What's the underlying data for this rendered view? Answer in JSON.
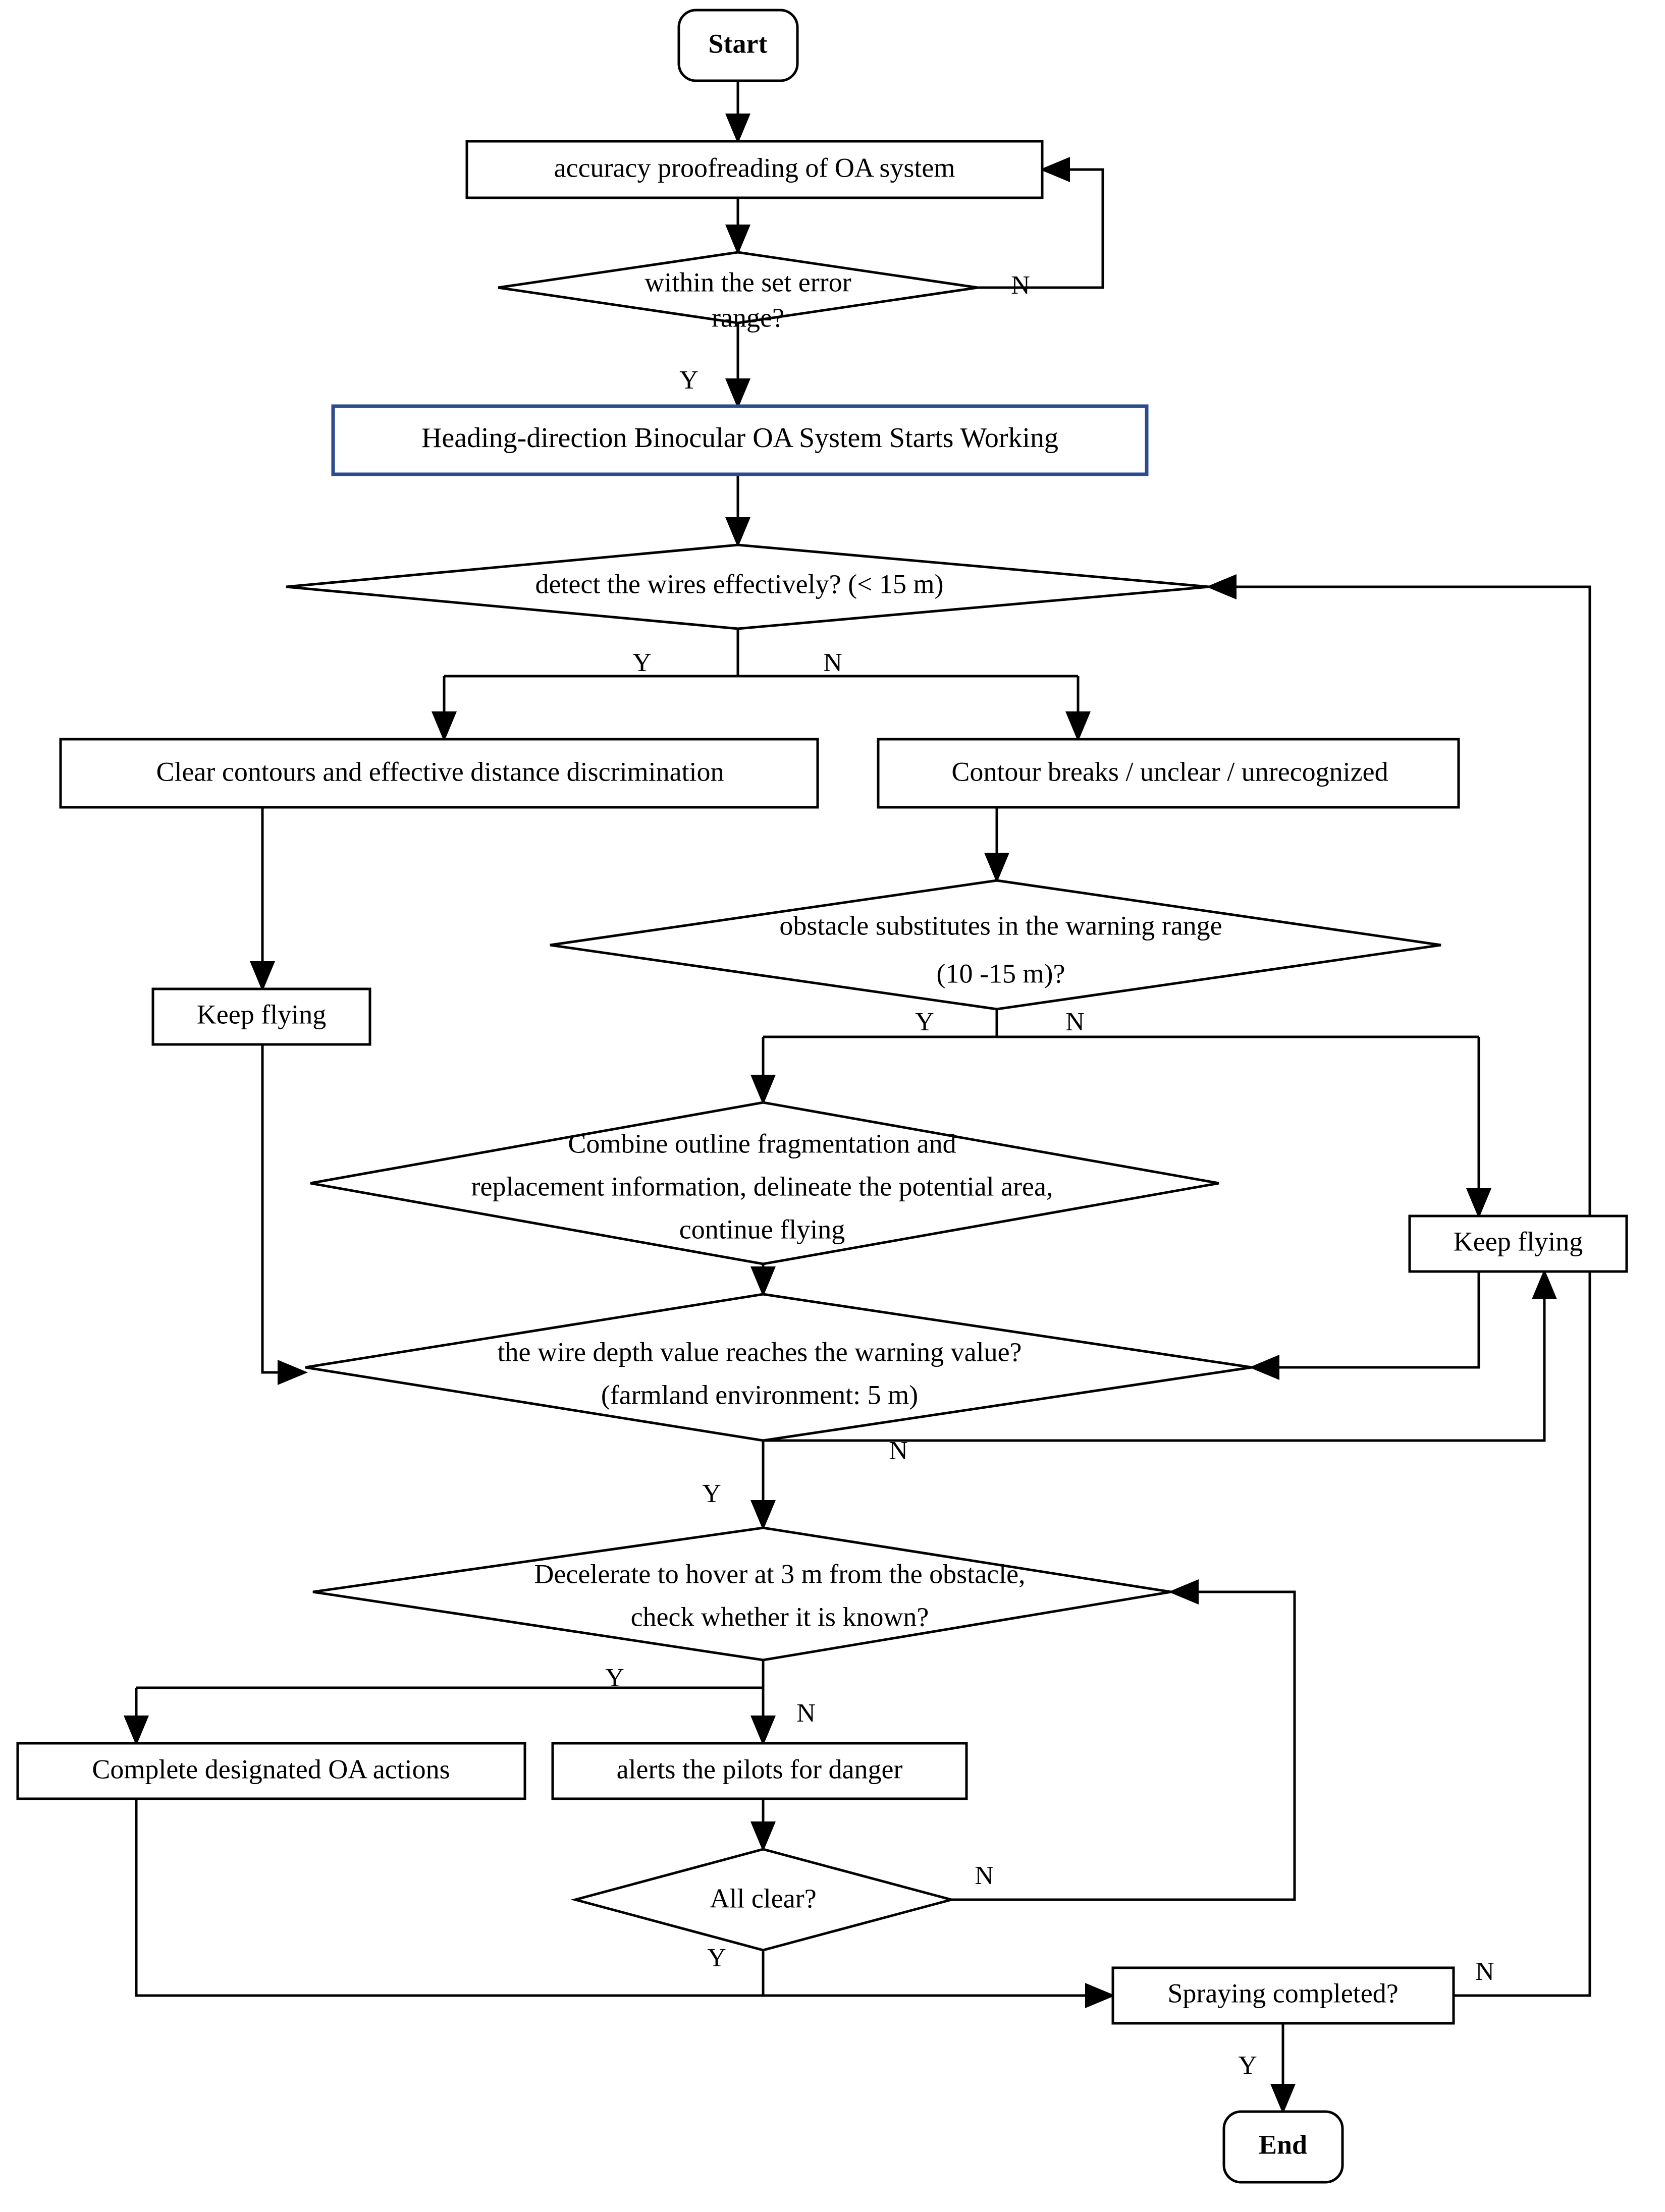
{
  "diagram": {
    "title": "UAV Binocular Obstacle-Avoidance (OA) Operation Flowchart",
    "type": "flowchart",
    "accent_color": "#2a4b8d",
    "line_color": "#000000",
    "background": "#ffffff"
  },
  "nodes": {
    "start": {
      "label": "Start",
      "shape": "terminator"
    },
    "accuracy": {
      "label": "accuracy proofreading of OA system",
      "shape": "process"
    },
    "within_error": {
      "label": "within the set error range?",
      "line1": "within the set error",
      "line2": "range?",
      "shape": "decision"
    },
    "heading_system": {
      "label": "Heading-direction Binocular OA System Starts Working",
      "shape": "process-highlight"
    },
    "detect_wires": {
      "label": "detect the wires effectively? (< 15 m)",
      "shape": "decision"
    },
    "clear_contours": {
      "label": "Clear contours and effective distance discrimination",
      "shape": "process"
    },
    "contour_breaks": {
      "label": "Contour breaks / unclear / unrecognized",
      "shape": "process"
    },
    "keep_flying_left": {
      "label": "Keep flying",
      "shape": "process"
    },
    "obstacle_substitutes": {
      "label": "obstacle substitutes in the warning range (10 -15 m)?",
      "line1": "obstacle substitutes in the warning range",
      "line2": "(10 -15 m)?",
      "shape": "decision"
    },
    "combine_outline": {
      "label": "Combine outline fragmentation and replacement information, delineate the potential area, continue flying",
      "line1": "Combine outline fragmentation and",
      "line2": "replacement information, delineate the potential area,",
      "line3": "continue flying",
      "shape": "decision"
    },
    "keep_flying_right": {
      "label": "Keep flying",
      "shape": "process"
    },
    "wire_depth": {
      "label": "the wire depth value reaches the warning value? (farmland environment: 5 m)",
      "line1": "the wire depth value reaches the warning value?",
      "line2": "(farmland environment: 5 m)",
      "shape": "decision"
    },
    "decelerate": {
      "label": "Decelerate to hover at 3 m from the obstacle, check whether it is known?",
      "line1": "Decelerate to hover at 3 m from the obstacle,",
      "line2": "check whether it is known?",
      "shape": "decision"
    },
    "complete_oa": {
      "label": "Complete designated OA actions",
      "shape": "process"
    },
    "alerts_pilots": {
      "label": "alerts the pilots for danger",
      "shape": "process"
    },
    "all_clear": {
      "label": "All clear?",
      "shape": "decision"
    },
    "spraying_completed": {
      "label": "Spraying completed?",
      "shape": "process"
    },
    "end": {
      "label": "End",
      "shape": "terminator"
    }
  },
  "edge_labels": {
    "within_error_n": "N",
    "within_error_y": "Y",
    "detect_wires_y": "Y",
    "detect_wires_n": "N",
    "obstacle_y": "Y",
    "obstacle_n": "N",
    "wire_depth_y": "Y",
    "wire_depth_n": "N",
    "decelerate_y": "Y",
    "decelerate_n": "N",
    "all_clear_n": "N",
    "all_clear_y": "Y",
    "spraying_n": "N",
    "spraying_y": "Y"
  },
  "chart_data": {
    "type": "flowchart",
    "title": "UAV Binocular Obstacle-Avoidance (OA) Operation Flowchart",
    "nodes": [
      {
        "id": "start",
        "text": "Start",
        "shape": "terminator"
      },
      {
        "id": "accuracy",
        "text": "accuracy proofreading of OA system",
        "shape": "process"
      },
      {
        "id": "within_error",
        "text": "within the set error range?",
        "shape": "decision"
      },
      {
        "id": "heading_system",
        "text": "Heading-direction Binocular OA System Starts Working",
        "shape": "process",
        "border": "#2a4b8d"
      },
      {
        "id": "detect_wires",
        "text": "detect the wires effectively? (< 15 m)",
        "shape": "decision"
      },
      {
        "id": "clear_contours",
        "text": "Clear contours and effective distance discrimination",
        "shape": "process"
      },
      {
        "id": "contour_breaks",
        "text": "Contour breaks / unclear / unrecognized",
        "shape": "process"
      },
      {
        "id": "keep_flying_left",
        "text": "Keep flying",
        "shape": "process"
      },
      {
        "id": "obstacle_substitutes",
        "text": "obstacle substitutes in the warning range (10 -15 m)?",
        "shape": "decision"
      },
      {
        "id": "combine_outline",
        "text": "Combine outline fragmentation and replacement information, delineate the potential area, continue flying",
        "shape": "decision"
      },
      {
        "id": "keep_flying_right",
        "text": "Keep flying",
        "shape": "process"
      },
      {
        "id": "wire_depth",
        "text": "the wire depth value reaches the warning value? (farmland environment: 5 m)",
        "shape": "decision"
      },
      {
        "id": "decelerate",
        "text": "Decelerate to hover at 3 m from the obstacle, check whether it is known?",
        "shape": "decision"
      },
      {
        "id": "complete_oa",
        "text": "Complete designated OA actions",
        "shape": "process"
      },
      {
        "id": "alerts_pilots",
        "text": "alerts the pilots for danger",
        "shape": "process"
      },
      {
        "id": "all_clear",
        "text": "All clear?",
        "shape": "decision"
      },
      {
        "id": "spraying_completed",
        "text": "Spraying completed?",
        "shape": "process"
      },
      {
        "id": "end",
        "text": "End",
        "shape": "terminator"
      }
    ],
    "edges": [
      {
        "from": "start",
        "to": "accuracy",
        "label": ""
      },
      {
        "from": "accuracy",
        "to": "within_error",
        "label": ""
      },
      {
        "from": "within_error",
        "to": "accuracy",
        "label": "N"
      },
      {
        "from": "within_error",
        "to": "heading_system",
        "label": "Y"
      },
      {
        "from": "heading_system",
        "to": "detect_wires",
        "label": ""
      },
      {
        "from": "detect_wires",
        "to": "clear_contours",
        "label": "Y"
      },
      {
        "from": "detect_wires",
        "to": "contour_breaks",
        "label": "N"
      },
      {
        "from": "clear_contours",
        "to": "keep_flying_left",
        "label": ""
      },
      {
        "from": "keep_flying_left",
        "to": "wire_depth",
        "label": ""
      },
      {
        "from": "contour_breaks",
        "to": "obstacle_substitutes",
        "label": ""
      },
      {
        "from": "obstacle_substitutes",
        "to": "combine_outline",
        "label": "Y"
      },
      {
        "from": "obstacle_substitutes",
        "to": "keep_flying_right",
        "label": "N"
      },
      {
        "from": "combine_outline",
        "to": "wire_depth",
        "label": ""
      },
      {
        "from": "keep_flying_right",
        "to": "wire_depth",
        "label": ""
      },
      {
        "from": "wire_depth",
        "to": "decelerate",
        "label": "Y"
      },
      {
        "from": "wire_depth",
        "to": "keep_flying_right",
        "label": "N"
      },
      {
        "from": "decelerate",
        "to": "complete_oa",
        "label": "Y"
      },
      {
        "from": "decelerate",
        "to": "alerts_pilots",
        "label": "N"
      },
      {
        "from": "alerts_pilots",
        "to": "all_clear",
        "label": ""
      },
      {
        "from": "all_clear",
        "to": "decelerate",
        "label": "N"
      },
      {
        "from": "all_clear",
        "to": "spraying_completed",
        "label": "Y"
      },
      {
        "from": "complete_oa",
        "to": "spraying_completed",
        "label": ""
      },
      {
        "from": "spraying_completed",
        "to": "detect_wires",
        "label": "N"
      },
      {
        "from": "spraying_completed",
        "to": "end",
        "label": "Y"
      }
    ]
  }
}
